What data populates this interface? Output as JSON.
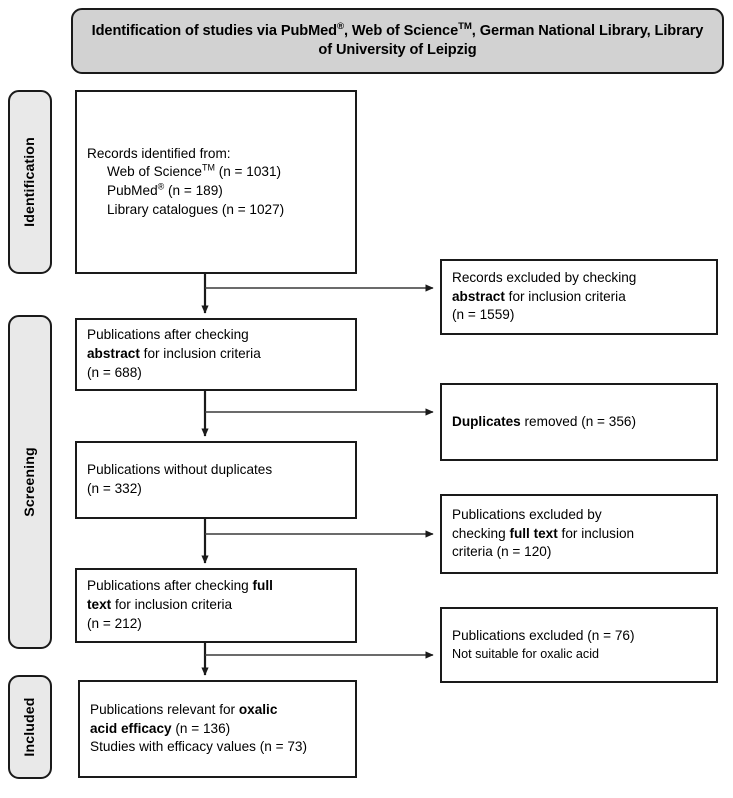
{
  "header": {
    "title_part1": "Identification of studies via PubMed",
    "sup1": "®",
    "title_part2": ", Web of Science",
    "sup2": "TM",
    "title_part3": ", German National Library, Library of University of Leipzig"
  },
  "phases": [
    {
      "id": "identification",
      "label": "Identification"
    },
    {
      "id": "screening",
      "label": "Screening"
    },
    {
      "id": "included",
      "label": "Included"
    }
  ],
  "boxes": {
    "identified": {
      "line1": "Records identified from:",
      "line2_a": "Web of Science",
      "line2_sup": "TM",
      "line2_b": " (n = 1031)",
      "line3_a": "PubMed",
      "line3_sup": "®",
      "line3_b": " (n = 189)",
      "line4": "Library catalogues (n = 1027)"
    },
    "abstract_kept": {
      "line1": "Publications after checking",
      "line2_bold": "abstract",
      "line2_rest": " for inclusion criteria",
      "line3": "(n = 688)"
    },
    "no_duplicates": {
      "line1": "Publications without duplicates",
      "line2": "(n = 332)"
    },
    "fulltext_kept": {
      "line1_rest": "Publications after checking ",
      "line1_bold": "full",
      "line2_bold": "text",
      "line2_rest": " for inclusion criteria",
      "line3": "(n = 212)"
    },
    "relevant": {
      "line1_rest": "Publications relevant for ",
      "line1_bold": "oxalic",
      "line2_bold": "acid efficacy",
      "line2_rest": " (n = 136)",
      "line3": "Studies with efficacy values (n = 73)"
    },
    "excluded_abstract": {
      "line1": "Records excluded by checking",
      "line2_bold": "abstract",
      "line2_rest": " for inclusion criteria",
      "line3": "(n = 1559)"
    },
    "excluded_duplicates": {
      "line1_bold": "Duplicates",
      "line1_rest": " removed (n = 356)"
    },
    "excluded_fulltext": {
      "line1": "Publications excluded by",
      "line2_rest_a": "checking ",
      "line2_bold": "full text",
      "line2_rest_b": " for inclusion",
      "line3": "criteria (n = 120)"
    },
    "excluded_notsuitable": {
      "line1": "Publications excluded (n = 76)",
      "line2": "Not suitable for oxalic acid"
    }
  },
  "colors": {
    "stroke": "#1a1a1a",
    "banner_fill": "#d2d2d2",
    "phase_fill": "#e9e9e9",
    "box_fill": "#ffffff"
  }
}
